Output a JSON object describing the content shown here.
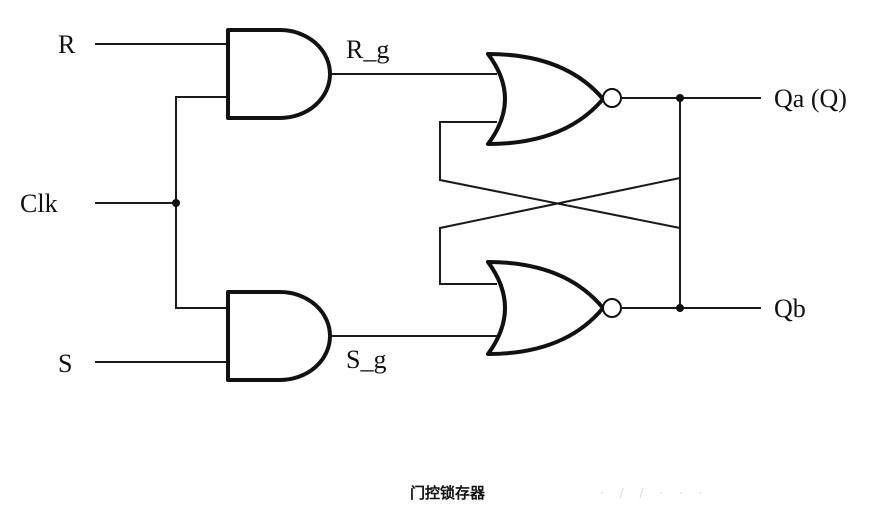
{
  "diagram": {
    "inputs": {
      "r": "R",
      "clk": "Clk",
      "s": "S"
    },
    "internal": {
      "r_g": "R_g",
      "s_g": "S_g"
    },
    "outputs": {
      "qa": "Qa (Q)",
      "qb": "Qb"
    },
    "gates": {
      "and_top": "and-gate",
      "and_bottom": "and-gate",
      "nor_top": "nor-gate",
      "nor_bottom": "nor-gate"
    }
  },
  "caption": "门控锁存器",
  "watermark": "· / / · · ·"
}
